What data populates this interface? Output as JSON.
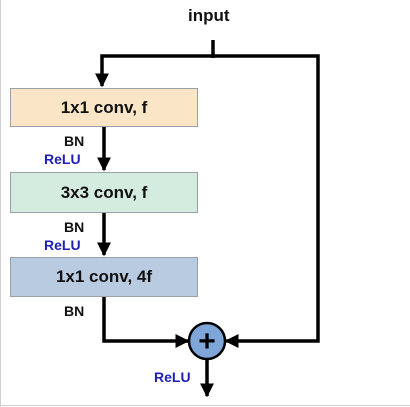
{
  "diagram": {
    "input_label": "input",
    "blocks": [
      {
        "label": "1x1 conv, f",
        "fill": "#fbe5c7"
      },
      {
        "label": "3x3 conv, f",
        "fill": "#d4ebdf"
      },
      {
        "label": "1x1 conv, 4f",
        "fill": "#b8cbe0"
      }
    ],
    "labels": {
      "bn_1": "BN",
      "relu_1": "ReLU",
      "bn_2": "BN",
      "relu_2": "ReLU",
      "bn_3": "BN",
      "relu_out": "ReLU"
    },
    "add_node": {
      "symbol": "+",
      "fill": "#7ea6d9"
    },
    "colors": {
      "arrow": "#000000",
      "relu_text": "#1f1fb8"
    }
  }
}
